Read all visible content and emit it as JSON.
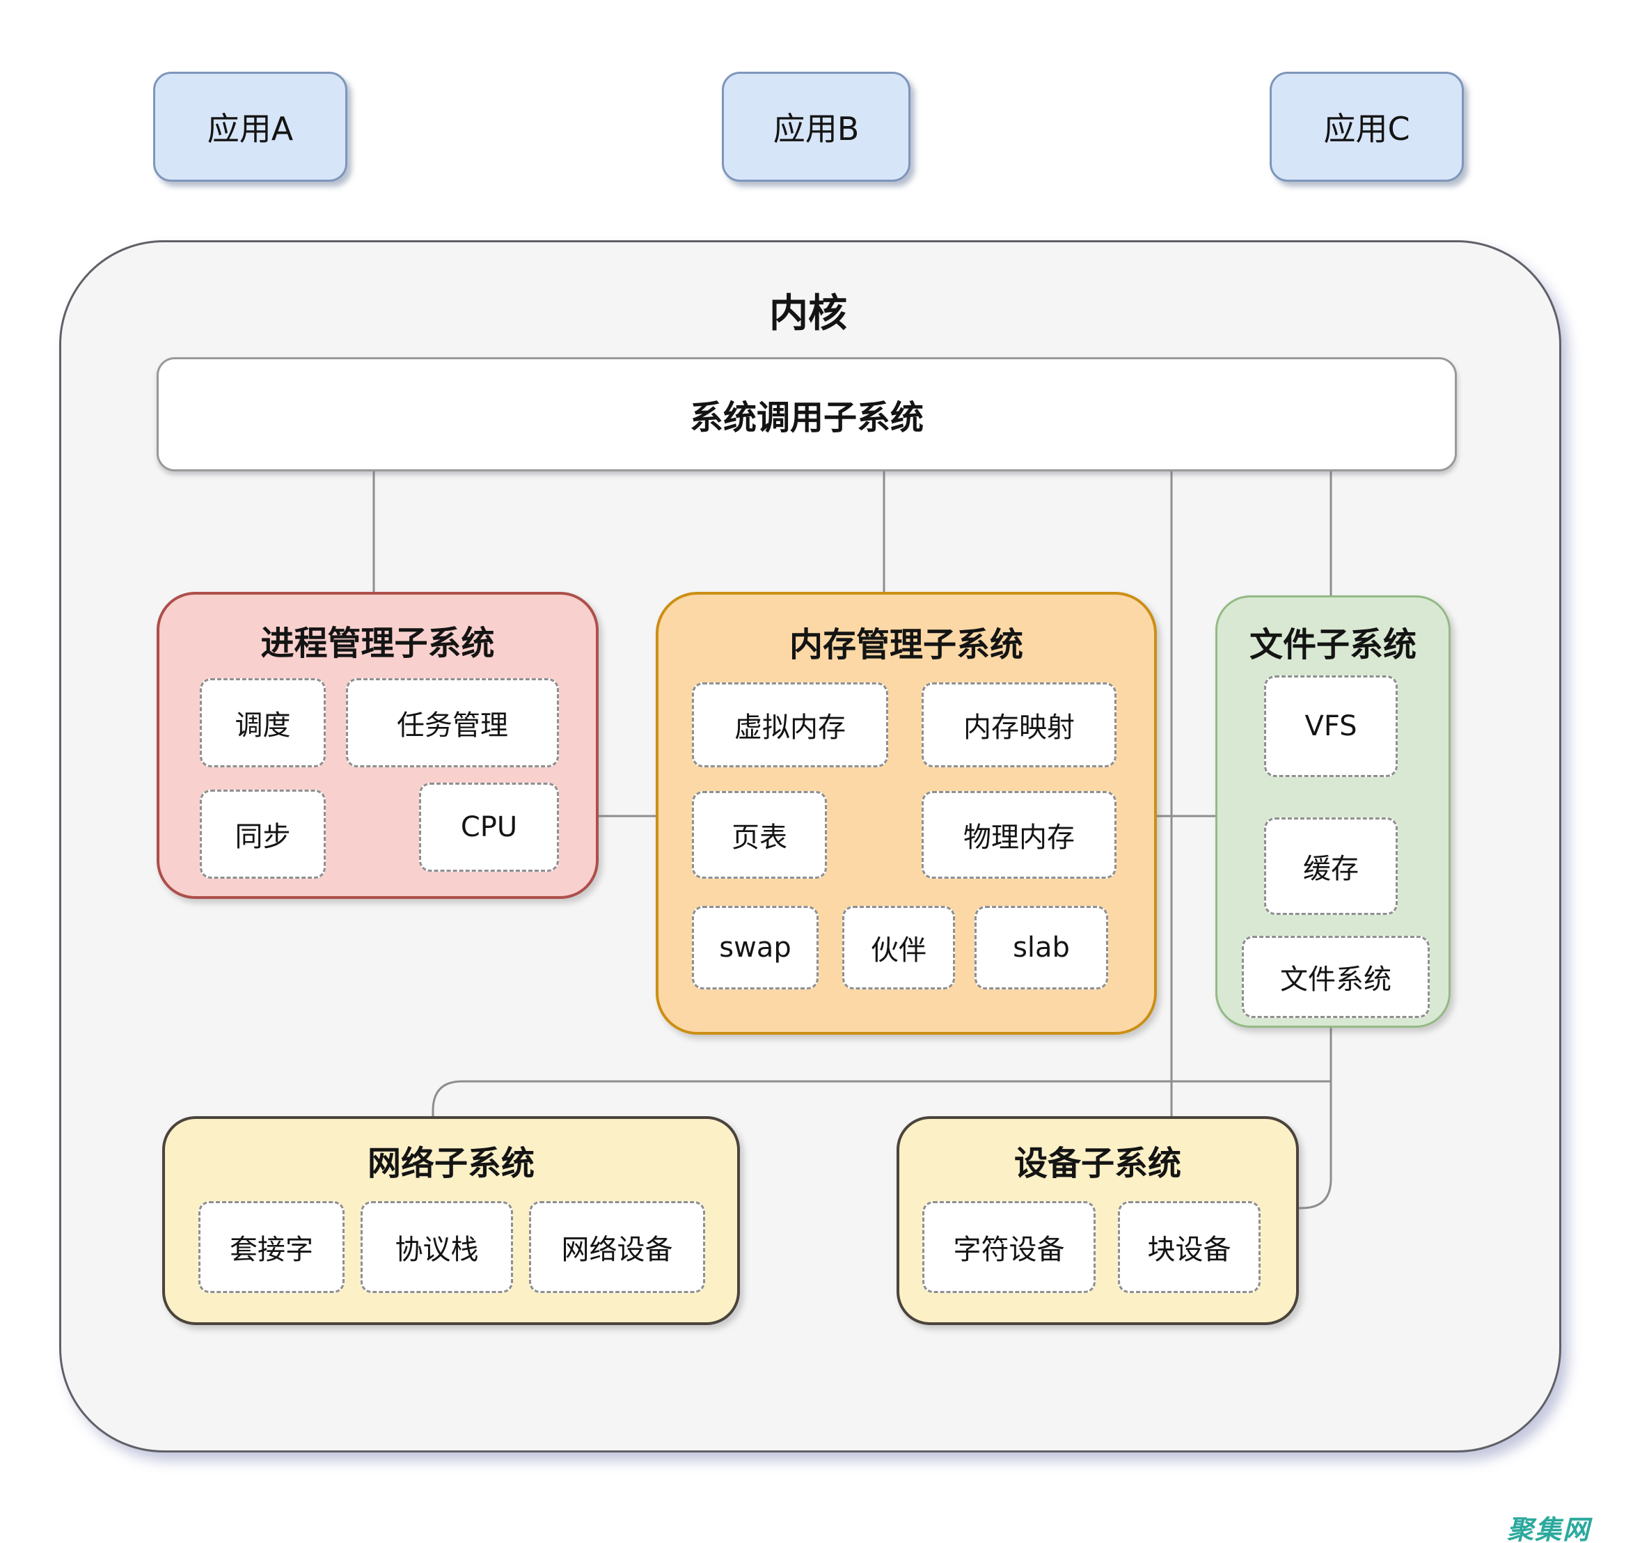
{
  "apps": [
    {
      "label": "应用A"
    },
    {
      "label": "应用B"
    },
    {
      "label": "应用C"
    }
  ],
  "kernel": {
    "title": "内核",
    "syscall": {
      "label": "系统调用子系统"
    },
    "subsystems": {
      "process": {
        "title": "进程管理子系统",
        "items": [
          "调度",
          "任务管理",
          "同步",
          "CPU"
        ]
      },
      "memory": {
        "title": "内存管理子系统",
        "items": [
          "虚拟内存",
          "内存映射",
          "页表",
          "物理内存",
          "swap",
          "伙伴",
          "slab"
        ]
      },
      "file": {
        "title": "文件子系统",
        "items": [
          "VFS",
          "缓存",
          "文件系统"
        ]
      },
      "network": {
        "title": "网络子系统",
        "items": [
          "套接字",
          "协议栈",
          "网络设备"
        ]
      },
      "device": {
        "title": "设备子系统",
        "items": [
          "字符设备",
          "块设备"
        ]
      }
    }
  },
  "watermark": {
    "text": "聚集网"
  },
  "colors": {
    "app_fill": "#d7e5f9",
    "app_border": "#7e96ba",
    "kernel_fill": "#f5f5f5",
    "kernel_border": "#606068",
    "process_fill": "#f8d0cd",
    "process_border": "#ad4f4b",
    "memory_fill": "#fbd8a6",
    "memory_border": "#cc8f15",
    "file_fill": "#d9e8d2",
    "file_border": "#93ba85",
    "bottom_fill": "#fcf0c7",
    "bottom_border": "#4a443c",
    "connector": "#8e8e8e",
    "watermark": "#2ba99d"
  }
}
